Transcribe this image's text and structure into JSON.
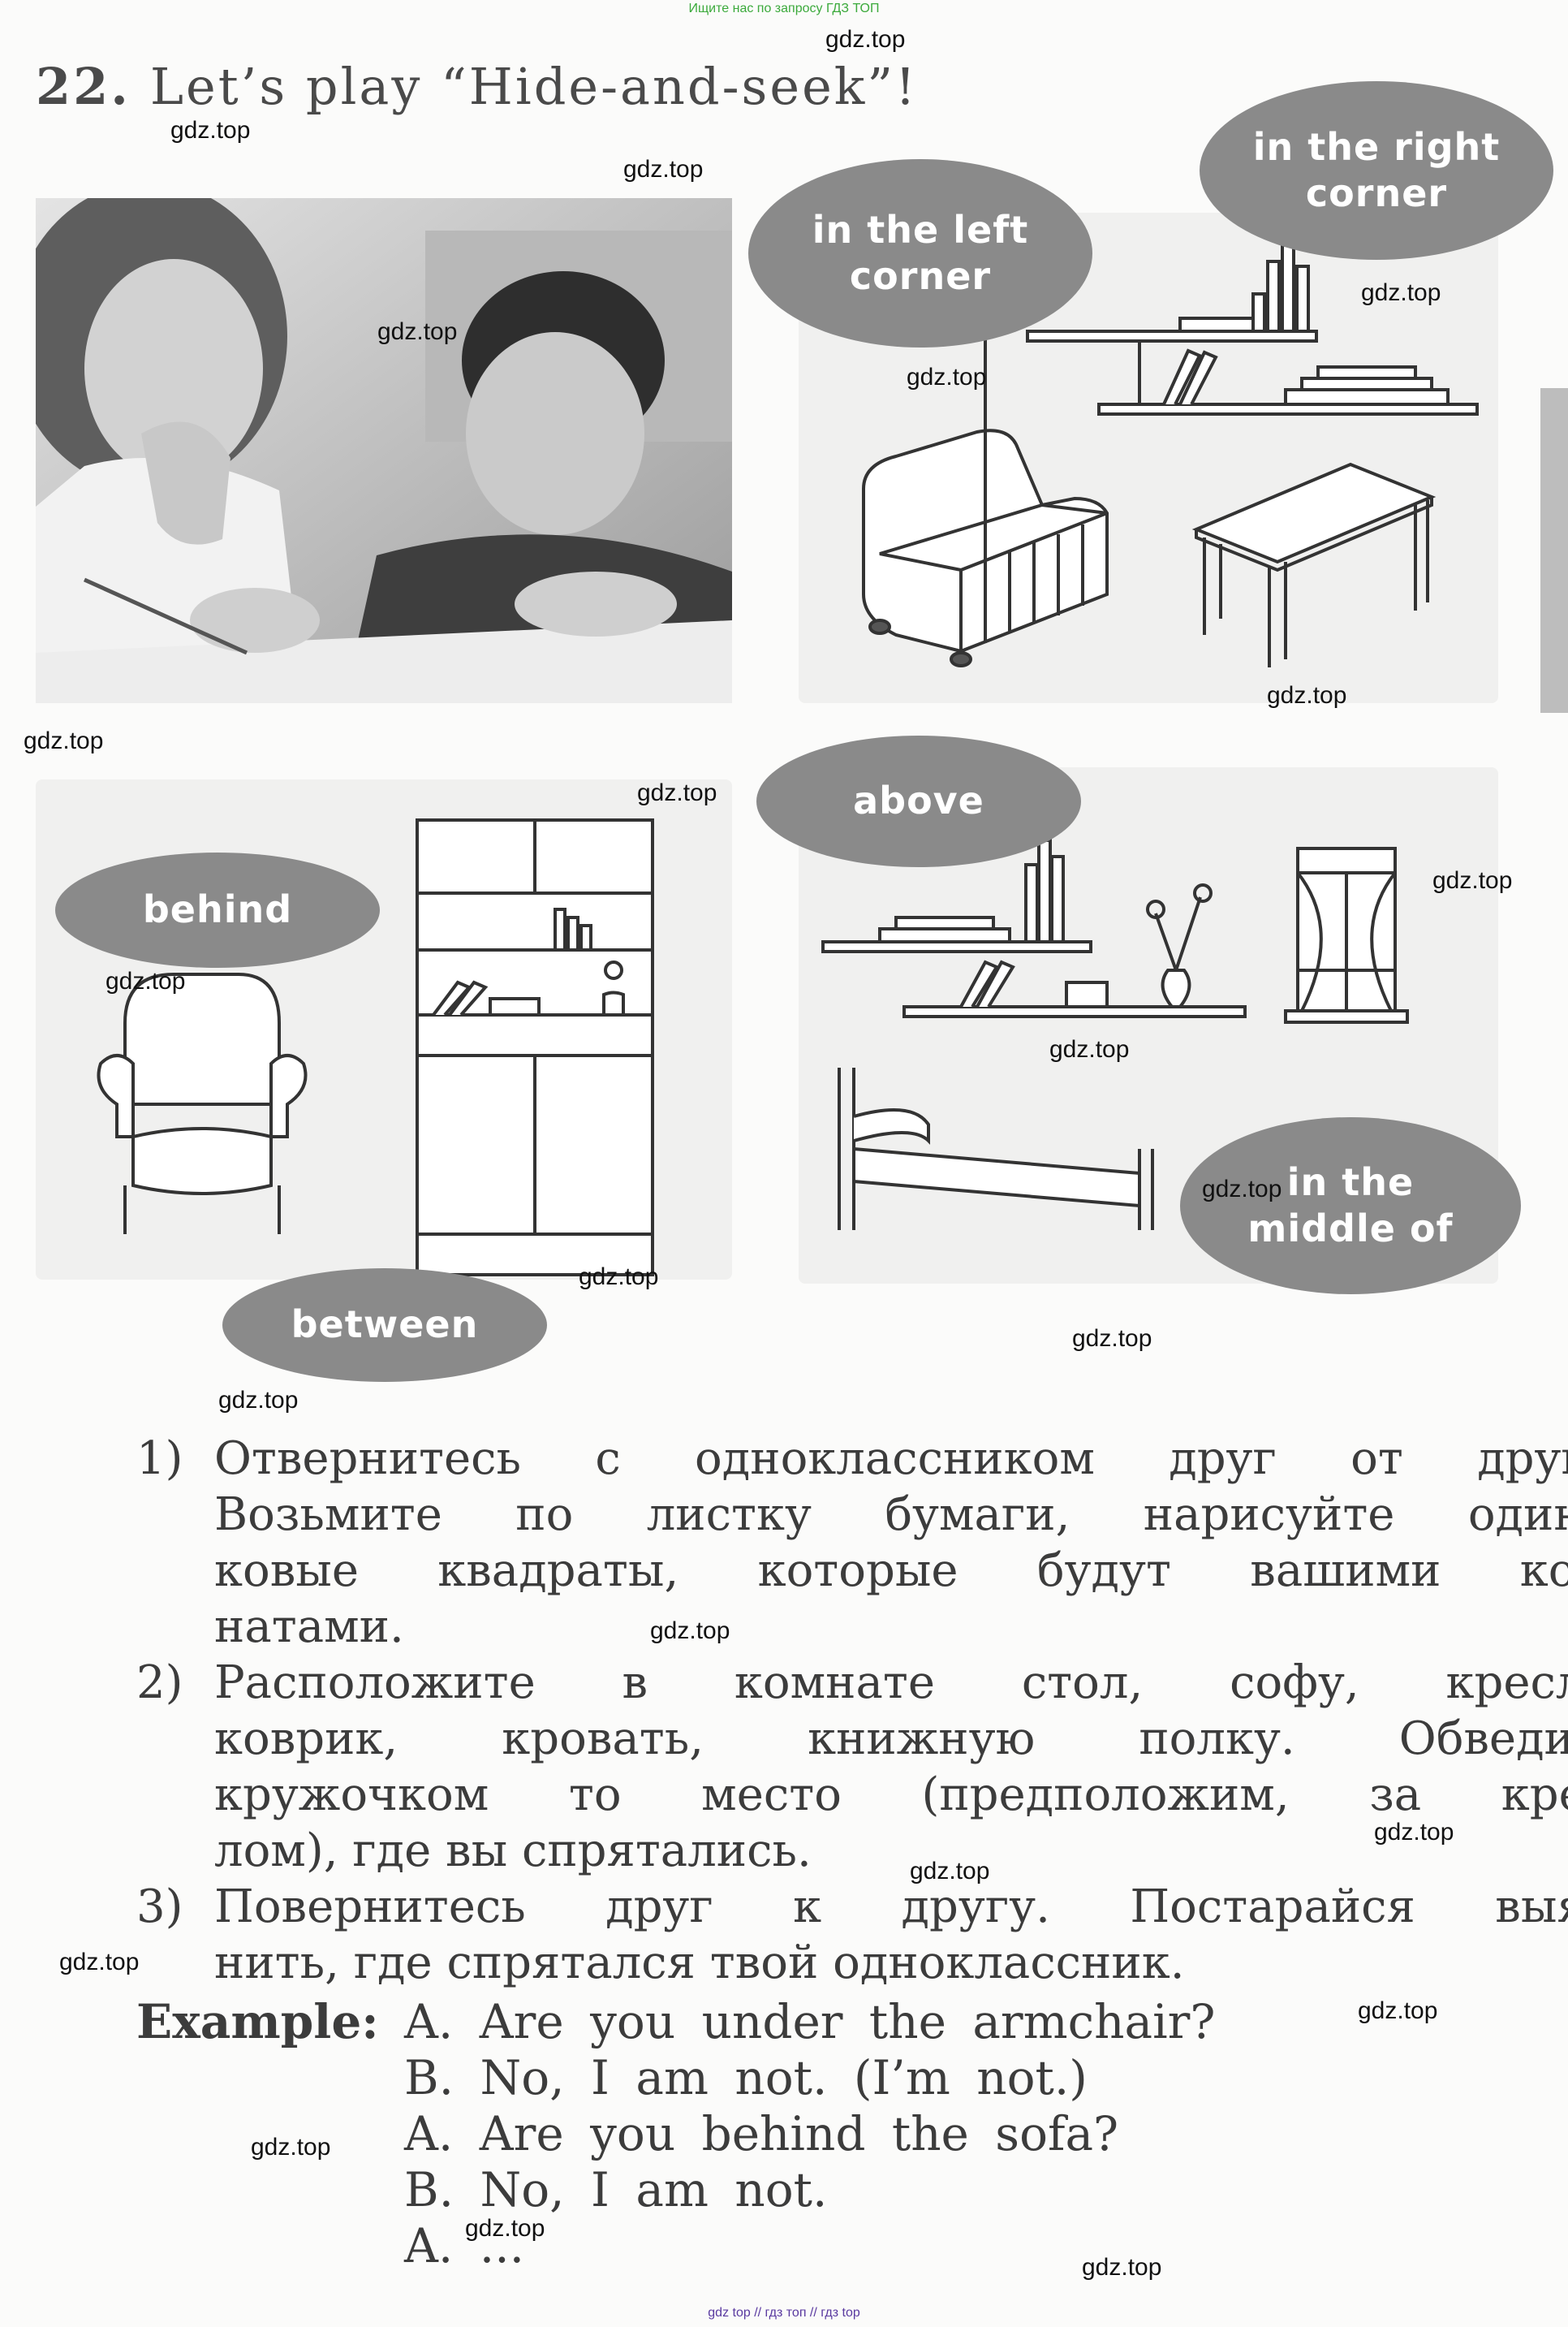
{
  "banner_top": "Ищите нас по запросу ГДЗ ТОП",
  "banner_bottom": "gdz top // гдз топ // гдз top",
  "exercise": {
    "number": "22.",
    "title": "Let’s play “Hide-and-seek”!"
  },
  "bubbles": {
    "in_left_corner": "in the left corner",
    "in_right_corner": "in the right corner",
    "behind": "behind",
    "above": "above",
    "between": "between",
    "middle": "in the middle of"
  },
  "instructions": [
    {
      "num": "1)",
      "lines": [
        "Отвернитесь с одноклассником друг от друга.",
        "Возьмите по листку бумаги, нарисуйте одина-",
        "ковые квадраты, которые будут вашими ком-",
        "натами."
      ]
    },
    {
      "num": "2)",
      "lines": [
        "Расположите в комнате стол, софу, кресло,",
        "коврик, кровать, книжную полку. Обведите",
        "кружочком то место (предположим, за крес-",
        "лом), где вы спрятались."
      ]
    },
    {
      "num": "3)",
      "lines": [
        "Повернитесь друг к другу. Постарайся выяс-",
        "нить, где спрятался твой одноклассник."
      ]
    }
  ],
  "example": {
    "label": "Example:",
    "lines": [
      "A. Are you under the armchair?",
      "B. No, I am not. (I’m not.)",
      "A. Are you behind the sofa?",
      "B. No, I am not.",
      "A. ..."
    ]
  },
  "watermark": "gdz.top"
}
